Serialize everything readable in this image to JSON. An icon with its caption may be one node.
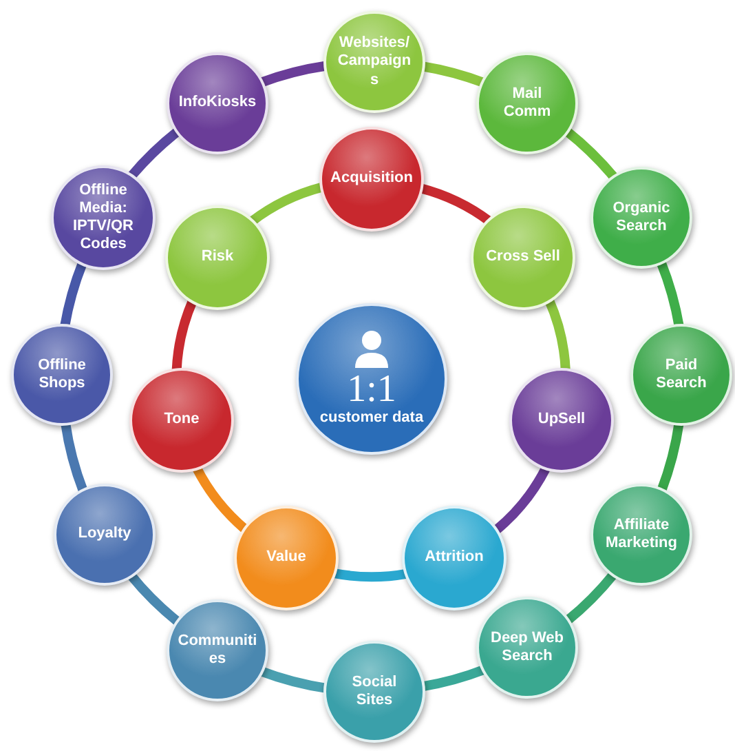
{
  "diagram": {
    "nodes": [
      {
        "text": [
          "Websites/Campaigns"
        ]
      },
      {
        "text": [
          "Mail Comm"
        ]
      },
      {
        "text": [
          "Organic Search"
        ]
      },
      {
        "text": [
          "Paid Search"
        ]
      },
      {
        "text": [
          "Affiliate Marketing"
        ]
      },
      {
        "text": [
          "Deep Web Search"
        ]
      },
      {
        "text": [
          "Social Sites"
        ]
      },
      {
        "text": [
          "Communities"
        ]
      },
      {
        "text": [
          "Loyalty"
        ]
      },
      {
        "text": [
          "Offline Shops"
        ]
      },
      {
        "text": [
          "Offline Media: IPTV/QR Codes"
        ]
      },
      {
        "text": [
          "InfoKiosks"
        ]
      },
      {
        "text": [
          "Acquisition"
        ]
      },
      {
        "text": [
          "Cross Sell"
        ]
      },
      {
        "text": [
          "UpSell"
        ]
      },
      {
        "text": [
          "Attrition"
        ]
      },
      {
        "text": [
          "Value"
        ]
      },
      {
        "text": [
          "Tone"
        ]
      },
      {
        "text": [
          "Risk"
        ]
      },
      {
        "text": [
          "1:1",
          "customer data"
        ]
      }
    ],
    "edges": [
      {
        "from": 0,
        "to": 1,
        "arrow": "none",
        "color": "#8dc63f"
      },
      {
        "from": 1,
        "to": 2,
        "arrow": "none",
        "color": "#6cbf3c"
      },
      {
        "from": 2,
        "to": 3,
        "arrow": "none",
        "color": "#3fae49"
      },
      {
        "from": 3,
        "to": 4,
        "arrow": "none",
        "color": "#3aa64a"
      },
      {
        "from": 4,
        "to": 5,
        "arrow": "none",
        "color": "#3aa870"
      },
      {
        "from": 5,
        "to": 6,
        "arrow": "none",
        "color": "#3aa898"
      },
      {
        "from": 6,
        "to": 7,
        "arrow": "none",
        "color": "#4aa0b0"
      },
      {
        "from": 7,
        "to": 8,
        "arrow": "none",
        "color": "#4a88b0"
      },
      {
        "from": 8,
        "to": 9,
        "arrow": "none",
        "color": "#4a78b0"
      },
      {
        "from": 9,
        "to": 10,
        "arrow": "none",
        "color": "#4858a8"
      },
      {
        "from": 10,
        "to": 11,
        "arrow": "none",
        "color": "#5a48a0"
      },
      {
        "from": 11,
        "to": 0,
        "arrow": "none",
        "color": "#6a3d98"
      },
      {
        "from": 12,
        "to": 13,
        "arrow": "none",
        "color": "#c82a30"
      },
      {
        "from": 13,
        "to": 14,
        "arrow": "none",
        "color": "#8dc63f"
      },
      {
        "from": 14,
        "to": 15,
        "arrow": "none",
        "color": "#6a3d98"
      },
      {
        "from": 15,
        "to": 16,
        "arrow": "none",
        "color": "#2aa8d0"
      },
      {
        "from": 16,
        "to": 17,
        "arrow": "none",
        "color": "#f28c1c"
      },
      {
        "from": 17,
        "to": 18,
        "arrow": "none",
        "color": "#c82a30"
      },
      {
        "from": 18,
        "to": 12,
        "arrow": "none",
        "color": "#8dc63f"
      }
    ]
  }
}
